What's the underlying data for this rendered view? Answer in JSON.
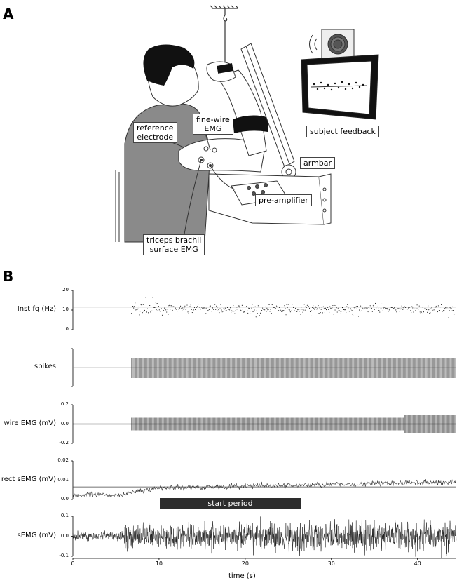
{
  "panels": {
    "a": "A",
    "b": "B"
  },
  "setup_labels": {
    "reference_electrode": "reference\nelectrode",
    "fine_wire_emg": "fine-wire\nEMG",
    "subject_feedback": "subject feedback",
    "armbar": "armbar",
    "pre_amplifier": "pre-amplifier",
    "triceps_surface_emg": "triceps brachii\nsurface EMG"
  },
  "chart_data": {
    "type": "line",
    "xlabel": "time (s)",
    "xlim": [
      0,
      44.5
    ],
    "xticks": [
      "0",
      "10",
      "20",
      "30",
      "40"
    ],
    "annotation": {
      "label": "start period",
      "x_start": 10,
      "x_end": 26.5
    },
    "rows": [
      {
        "ylabel": "Inst fq (Hz)",
        "kind": "scatter",
        "yticks": [
          "20",
          "10",
          "0"
        ],
        "ylim": [
          0,
          20
        ],
        "ref_lines": [
          9.5,
          11.5
        ],
        "onset": 6.8,
        "mean": 10.5
      },
      {
        "ylabel": "spikes",
        "kind": "raster",
        "yticks": [],
        "onset": 6.8
      },
      {
        "ylabel": "wire EMG (mV)",
        "kind": "spikes",
        "yticks": [
          "0.2",
          "0.0",
          "-0.2"
        ],
        "ylim": [
          -0.2,
          0.2
        ],
        "onset": 6.8
      },
      {
        "ylabel": "rect sEMG (mV)",
        "kind": "line",
        "yticks": [
          "0.02",
          "0.01",
          "0.0"
        ],
        "ylim": [
          0,
          0.02
        ],
        "ref_lines": [
          0.0065
        ]
      },
      {
        "ylabel": "sEMG (mV)",
        "kind": "noise",
        "yticks": [
          "0.1",
          "0.0",
          "-0.1"
        ],
        "ylim": [
          -0.1,
          0.1
        ]
      }
    ]
  }
}
